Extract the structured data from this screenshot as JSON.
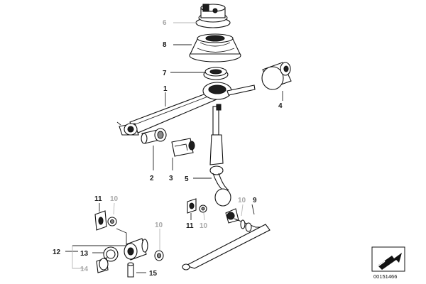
{
  "callouts": {
    "c1": "1",
    "c2": "2",
    "c3": "3",
    "c4": "4",
    "c5": "5",
    "c6": "6",
    "c7": "7",
    "c8": "8",
    "c9": "9",
    "c10a": "10",
    "c10b": "10",
    "c10c": "10",
    "c10d": "10",
    "c11a": "11",
    "c11b": "11",
    "c12": "12",
    "c13": "13",
    "c14": "14",
    "c15": "15"
  },
  "diagram_id": "00151466",
  "colors": {
    "ink": "#111111",
    "dimmed_callout": "#a8a8a8",
    "shading": "#8a8a8a"
  },
  "icons": {
    "orientation_badge": "arrow-pointer-badge-icon"
  }
}
